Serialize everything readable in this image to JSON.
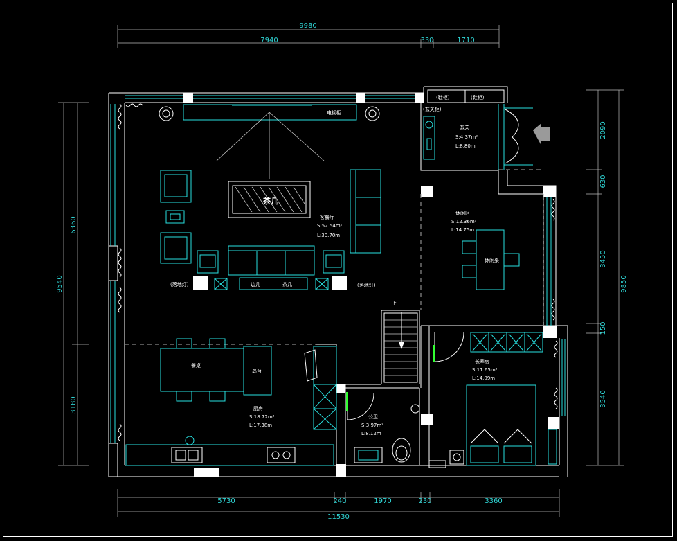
{
  "dimensions": {
    "top_total": "9980",
    "top_segments": [
      "7940",
      "330",
      "1710"
    ],
    "bottom_total": "11530",
    "bottom_segments": [
      "5730",
      "240",
      "1970",
      "230",
      "3360"
    ],
    "left_total": "9540",
    "left_segments": [
      "6360",
      "3180"
    ],
    "right_total": "9850",
    "right_segments": [
      "2090",
      "630",
      "3450",
      "150",
      "3540"
    ]
  },
  "rooms": {
    "living": {
      "name": "客餐厅",
      "area": "S:52.54m²",
      "perimeter": "L:30.70m"
    },
    "entrance": {
      "name": "玄关",
      "area": "S:4.37m²",
      "perimeter": "L:8.80m"
    },
    "leisure": {
      "name": "休闲区",
      "area": "S:12.36m²",
      "perimeter": "L:14.75m"
    },
    "kitchen": {
      "name": "厨房",
      "area": "S:18.72m²",
      "perimeter": "L:17.38m"
    },
    "bathroom": {
      "name": "公卫",
      "area": "S:3.97m²",
      "perimeter": "L:8.12m"
    },
    "bedroom": {
      "name": "长辈房",
      "area": "S:11.65m²",
      "perimeter": "L:14.09m"
    }
  },
  "labels": {
    "coffee_table": "茶几",
    "tv_cabinet": "电视柜",
    "dining_table": "餐桌",
    "island": "岛台",
    "shoe_cabinet_1": "(鞋柜)",
    "shoe_cabinet_2": "(鞋柜)",
    "entrance_cabinet": "(玄关柜)",
    "leisure_table": "休闲桌",
    "side_table": "边几",
    "coffee_small": "茶几",
    "lamp_left": "(落地灯)",
    "lamp_right": "(落地灯)",
    "stairs_up": "上"
  },
  "colors": {
    "wall": "#ffffff",
    "furniture": "#28e0e0",
    "dimension": "#2fd5d5",
    "background": "#000000"
  }
}
